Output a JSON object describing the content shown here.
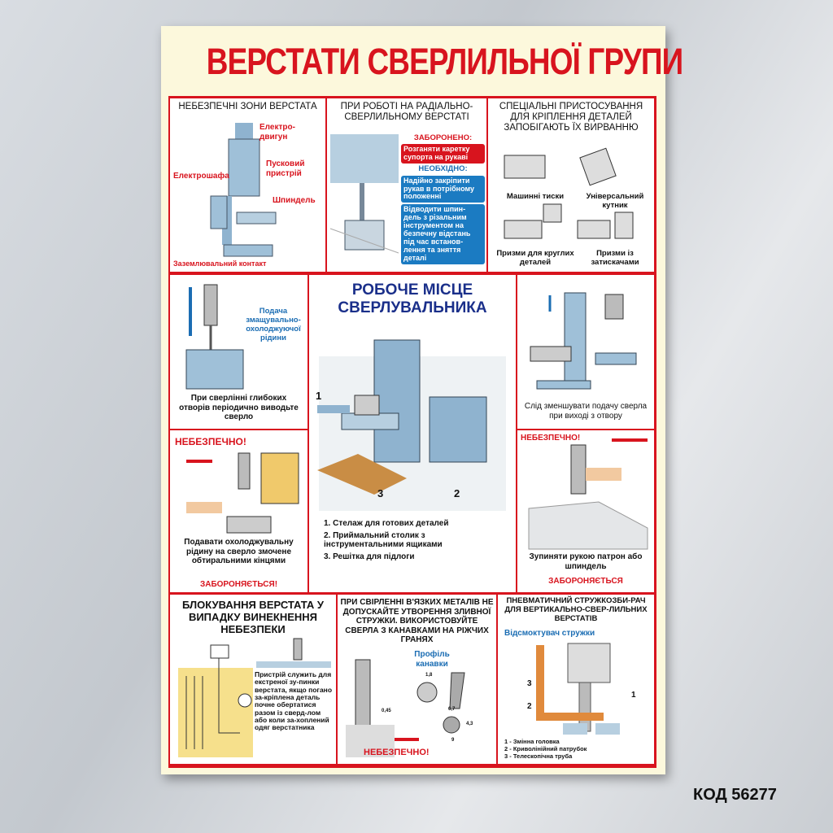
{
  "title": "ВЕРСТАТИ СВЕРЛИЛЬНОЇ ГРУПИ",
  "code": "КОД 56277",
  "colors": {
    "red": "#d8141e",
    "blue": "#1b6db3",
    "navy": "#1a2f8a",
    "cream": "#fcf8dc"
  },
  "p1": {
    "heading": "НЕБЕЗПЕЧНІ ЗОНИ ВЕРСТАТА",
    "labels": [
      "Електро-\nдвигун",
      "Пусковий\nпристрій",
      "Електрошафа",
      "Шпиндель",
      "Заземлювальний контакт"
    ]
  },
  "p2": {
    "heading": "ПРИ РОБОТІ НА  РАДІАЛЬНО-СВЕРЛИЛЬНОМУ ВЕРСТАТІ",
    "forbidden": "ЗАБОРОНЕНО:",
    "forbidden_text": "Розганяти каретку супорта на рукаві",
    "necessary": "НЕОБХІДНО:",
    "necessary_1": "Надійно закріпити рукав в потрібному положенні",
    "necessary_2": "Відводити шпин-дель з різальним інструментом на безпечну відстань під час встанов-лення та зняття деталі"
  },
  "p3": {
    "heading": "СПЕЦІАЛЬНІ ПРИСТОСУВАННЯ ДЛЯ КРІПЛЕННЯ ДЕТАЛЕЙ ЗАПОБІГАЮТЬ ЇХ ВИРВАННЮ",
    "items": [
      "Машинні тиски",
      "Універсальний кутник",
      "Призми для круглих деталей",
      "Призми із затискачами"
    ]
  },
  "p4": {
    "label": "Подача змащувально-охолоджуючої рідини",
    "caption": "При сверлінні глибоких отворів  періодично виводьте сверло"
  },
  "p5": {
    "warning": "НЕБЕЗПЕЧНО!",
    "caption": "Подавати охолоджувальну рідину на сверло змочене обтиральними кінцями",
    "forbidden": "ЗАБОРОНЯЄТЬСЯ!"
  },
  "center": {
    "heading": "РОБОЧЕ МІСЦЕ СВЕРЛУВАЛЬНИКА",
    "markers": [
      "1",
      "2",
      "3"
    ],
    "legend": [
      "1.  Стелаж для готових деталей",
      "2.  Приймальний столик з інструментальними ящиками",
      "3.  Решітка для підлоги"
    ]
  },
  "p6": {
    "caption": "Слід зменшувати подачу сверла при виході з отвору"
  },
  "p7": {
    "warning": "НЕБЕЗПЕЧНО!",
    "caption": "Зупиняти рукою патрон або шпиндель",
    "forbidden": "ЗАБОРОНЯЄТЬСЯ"
  },
  "p8": {
    "heading": "БЛОКУВАННЯ ВЕРСТАТА У ВИПАДКУ ВИНЕКНЕННЯ НЕБЕЗПЕКИ",
    "text": "Пристрій служить для екстреної зу-пинки верстата, якщо погано за-кріплена деталь почне обертатися разом із сверд-лом або коли за-хоплений одяг верстатника"
  },
  "p9": {
    "heading": "ПРИ СВІРЛЕННІ В'ЯЗКИХ МЕТАЛІВ НЕ ДОПУСКАЙТЕ УТВОРЕННЯ ЗЛИВНОЇ СТРУЖКИ. ВИКОРИСТОВУЙТЕ СВЕРЛА З КАНАВКАМИ НА РІЖЧИХ ГРАНЯХ",
    "profile": "Профіль канавки",
    "dims": [
      "1,8",
      "0,45",
      "6,7",
      "4,3",
      "9"
    ],
    "warning": "НЕБЕЗПЕЧНО!"
  },
  "p10": {
    "heading": "ПНЕВМАТИЧНИЙ СТРУЖКОЗБИ-РАЧ ДЛЯ ВЕРТИКАЛЬНО-СВЕР-ЛИЛЬНИХ ВЕРСТАТІВ",
    "suction": "Відсмоктувач стружки",
    "markers": [
      "1",
      "2",
      "3"
    ],
    "legend": [
      "1 - Змінна головка",
      "2 - Криволінійний патрубок",
      "3 - Телескопічна труба"
    ]
  }
}
